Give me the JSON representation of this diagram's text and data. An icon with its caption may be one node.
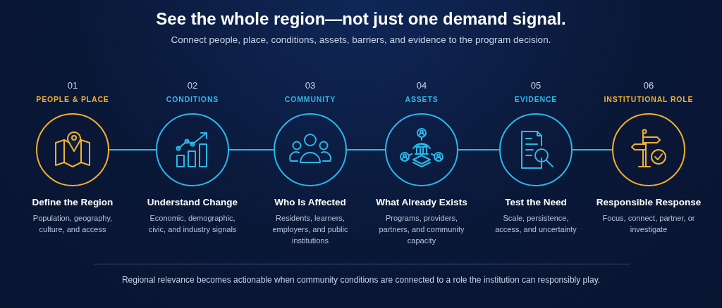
{
  "diagram": {
    "title": "See the whole region—not just one demand signal.",
    "caption": "Regional relevance becomes actionable when community conditions are connected to a role the institution can responsibly play.",
    "nodes": [
      {
        "text": [],
        "shape": "circle",
        "beside": [
          "01",
          "PEOPLE & PLACE",
          "Define the Region",
          "Population, geography, culture, and access"
        ]
      },
      {
        "text": [],
        "shape": "circle",
        "beside": [
          "02",
          "CONDITIONS",
          "Understand Change",
          "Economic, demographic, civic, and industry signals"
        ]
      },
      {
        "text": [],
        "shape": "circle",
        "beside": [
          "03",
          "COMMUNITY",
          "Who Is Affected",
          "Residents, learners, employers, and public institutions"
        ]
      },
      {
        "text": [],
        "shape": "circle",
        "beside": [
          "04",
          "ASSETS",
          "What Already Exists",
          "Programs, providers, partners, and community capacity"
        ]
      },
      {
        "text": [],
        "shape": "circle",
        "beside": [
          "05",
          "EVIDENCE",
          "Test the Need",
          "Scale, persistence, access, and uncertainty"
        ]
      },
      {
        "text": [],
        "shape": "circle",
        "beside": [
          "06",
          "INSTITUTIONAL ROLE",
          "Responsible Response",
          "Focus, connect, partner, or investigate"
        ]
      }
    ],
    "edges": [
      {
        "from": 0,
        "to": 1,
        "arrow": "none"
      },
      {
        "from": 1,
        "to": 2,
        "arrow": "none"
      },
      {
        "from": 2,
        "to": 3,
        "arrow": "none"
      },
      {
        "from": 3,
        "to": 4,
        "arrow": "none"
      },
      {
        "from": 4,
        "to": 5,
        "arrow": "none"
      }
    ],
    "labels": [
      "Connect people, place, conditions, assets, barriers, and evidence to the program decision."
    ]
  }
}
